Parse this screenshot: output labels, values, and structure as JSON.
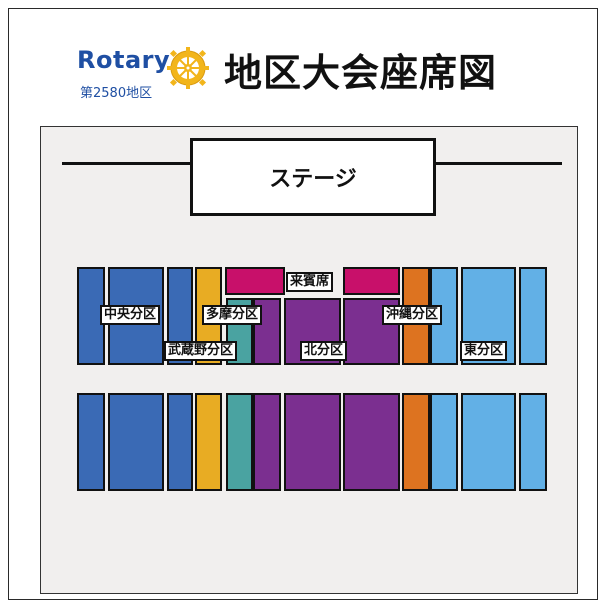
{
  "header": {
    "brand": "Rotary",
    "district": "第2580地区",
    "title": "地区大会座席図"
  },
  "stage": {
    "label": "ステージ"
  },
  "zones": {
    "guest": "来賓席",
    "chuo": "中央分区",
    "tama": "多摩分区",
    "musashino": "武蔵野分区",
    "kita": "北分区",
    "okinawa": "沖縄分区",
    "higashi": "東分区"
  },
  "colors": {
    "chuo": "#3a6ab5",
    "musashino": "#e8ac23",
    "tama": "#4aa3a1",
    "guest": "#c8106a",
    "kita": "#7b2f90",
    "okinawa": "#dd7320",
    "higashi": "#62b0e6"
  }
}
